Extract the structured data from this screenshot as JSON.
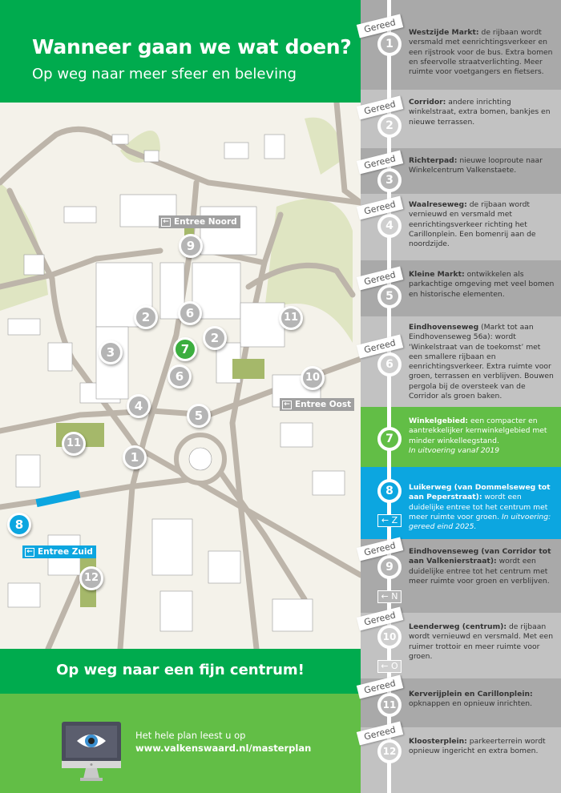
{
  "header": {
    "title": "Wanneer gaan we wat doen?",
    "subtitle": "Op weg naar meer sfeer en beleving"
  },
  "map": {
    "entrances": {
      "noord": "Entree Noord",
      "oost": "Entree Oost",
      "zuid": "Entree Zuid"
    },
    "markers": [
      "9",
      "2",
      "6",
      "2",
      "7",
      "3",
      "11",
      "10",
      "6",
      "4",
      "5",
      "11",
      "1",
      "8",
      "12"
    ]
  },
  "band": {
    "text": "Op weg naar een fijn centrum!"
  },
  "footer": {
    "line1": "Het hele plan leest u op",
    "line2": "www.valkenswaard.nl/masterplan",
    "icon": "monitor-eye-icon"
  },
  "colors": {
    "green_dark": "#00ab4e",
    "green_light": "#62be46",
    "blue": "#0ca6e0",
    "gray_dark": "#a9a9a9",
    "gray_light": "#c2c2c2"
  },
  "timeline": [
    {
      "num": "1",
      "status": "Gereed",
      "title": "Westzijde Markt:",
      "text": " de rijbaan wordt versmald met eenrichtingsverkeer en een rijstrook voor de bus. Extra bomen en sfeervolle straatverlichting. Meer ruimte voor voetgangers en fietsers."
    },
    {
      "num": "2",
      "status": "Gereed",
      "title": "Corridor:",
      "text": " andere inrichting winkelstraat, extra bomen, bankjes en nieuwe terrassen."
    },
    {
      "num": "3",
      "status": "Gereed",
      "title": "Richterpad:",
      "text": " nieuwe looproute naar Winkelcentrum Valkenstaete."
    },
    {
      "num": "4",
      "status": "Gereed",
      "title": "Waalreseweg:",
      "text": " de rijbaan wordt vernieuwd en versmald met eenrichtingsverkeer richting het Carillonplein. Een bomenrij aan de noordzijde."
    },
    {
      "num": "5",
      "status": "Gereed",
      "title": "Kleine Markt:",
      "text": " ontwikkelen als parkachtige omgeving met veel bomen en historische elementen."
    },
    {
      "num": "6",
      "status": "Gereed",
      "title": "Eindhovenseweg",
      "text": " (Markt tot aan Eindhovenseweg 56a): wordt ‘Winkelstraat van de toekomst’ met een smallere rijbaan en eenrichtingsverkeer. Extra ruimte voor groen, terrassen en verblijven. Bouwen pergola bij de oversteek van de Corridor als groen baken."
    },
    {
      "num": "7",
      "title": "Winkelgebied:",
      "text": " een compacter en aantrekkelijker kernwinkelgebied met minder winkelleegstand.",
      "note": "In uitvoering vanaf 2019"
    },
    {
      "num": "8",
      "title": "Luikerweg (van Dommelseweg tot aan Peperstraat):",
      "text": " wordt een duidelijke entree tot het centrum met meer ruimte voor groen. ",
      "note": "In uitvoering: gereed eind 2025.",
      "entrance": "Z"
    },
    {
      "num": "9",
      "status": "Gereed",
      "title": "Eindhovenseweg (van Corridor tot aan Valkenierstraat):",
      "text": " wordt een duidelijke entree tot het centrum met meer ruimte voor groen en verblijven.",
      "entrance": "N"
    },
    {
      "num": "10",
      "status": "Gereed",
      "title": "Leenderweg (centrum):",
      "text": " de rijbaan wordt vernieuwd en versmald. Met een ruimer trottoir en meer ruimte voor groen.",
      "entrance": "O"
    },
    {
      "num": "11",
      "status": "Gereed",
      "title": "Kerverijplein en Carillonplein:",
      "text": " opknappen en opnieuw inrichten."
    },
    {
      "num": "12",
      "status": "Gereed",
      "title": "Kloosterplein:",
      "text": " parkeerterrein wordt opnieuw ingericht en extra bomen."
    }
  ]
}
